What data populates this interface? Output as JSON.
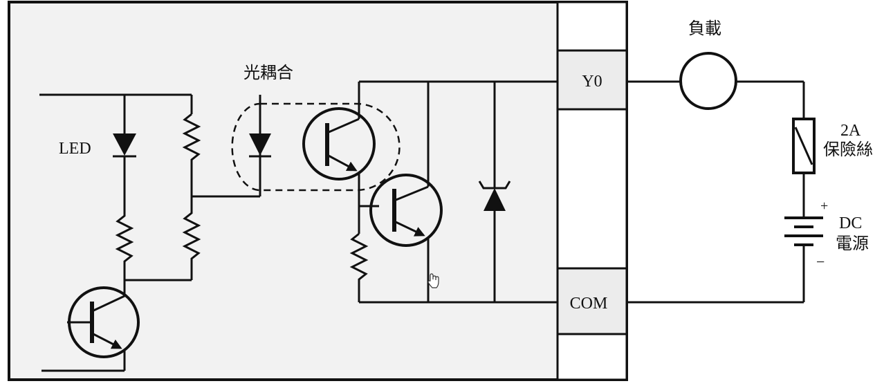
{
  "labels": {
    "led": "LED",
    "optocoupler": "光耦合",
    "load": "負載",
    "terminal_y0": "Y0",
    "terminal_com": "COM",
    "fuse_rating": "2A",
    "fuse_name": "保險絲",
    "dc_label": "DC",
    "dc_source": "電源",
    "plus": "+",
    "minus": "−"
  },
  "colors": {
    "module_fill": "#f2f2f2",
    "terminal_fill": "#ececec",
    "line": "#111111"
  }
}
